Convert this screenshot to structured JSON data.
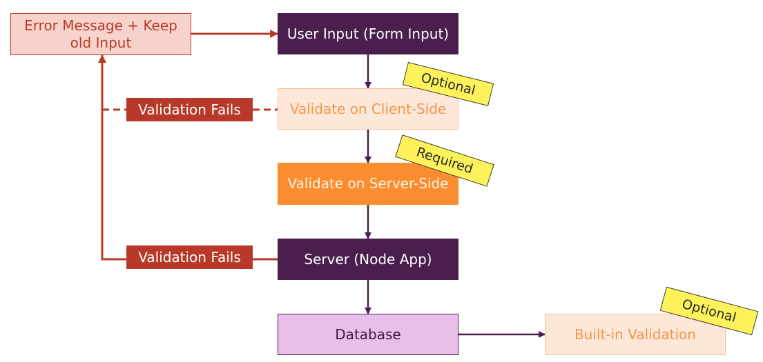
{
  "nodes": {
    "user_input": "User Input (Form Input)",
    "client_side": "Validate on Client-Side",
    "server_side": "Validate on Server-Side",
    "server": "Server (Node App)",
    "database": "Database",
    "builtin": "Built-in Validation",
    "error": "Error Message + Keep old Input"
  },
  "fail_labels": {
    "client": "Validation Fails",
    "server": "Validation Fails"
  },
  "tags": {
    "client": "Optional",
    "server": "Required",
    "database": "Optional"
  },
  "colors": {
    "dark_purple": "#4a1f4d",
    "light_purple": "#e8bfe9",
    "orange": "#f98d2f",
    "light_orange": "#fde7d8",
    "red": "#b8392a",
    "light_red": "#f8d3cc",
    "note_yellow": "#fef25a"
  }
}
